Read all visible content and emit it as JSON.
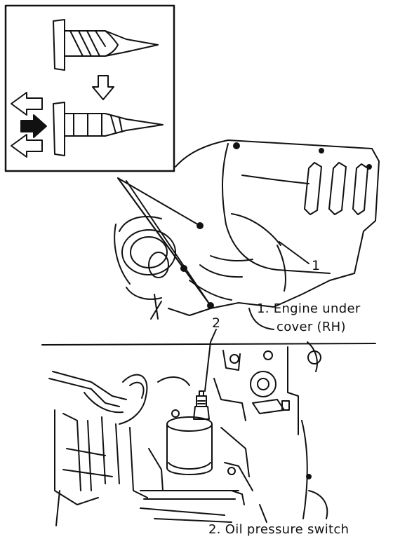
{
  "figure": {
    "callouts": [
      {
        "id": "1",
        "text": "1"
      },
      {
        "id": "2",
        "text": "2"
      }
    ],
    "legend": [
      {
        "text_line1": "1. Engine under",
        "text_line2": "cover (RH)"
      },
      {
        "text_line1": "2. Oil pressure switch"
      }
    ],
    "inset_panel_present": true,
    "arrows": [
      {
        "direction": "down",
        "style": "outline"
      },
      {
        "direction": "left",
        "style": "outline"
      },
      {
        "direction": "right",
        "style": "solid"
      },
      {
        "direction": "left",
        "style": "outline"
      }
    ]
  }
}
